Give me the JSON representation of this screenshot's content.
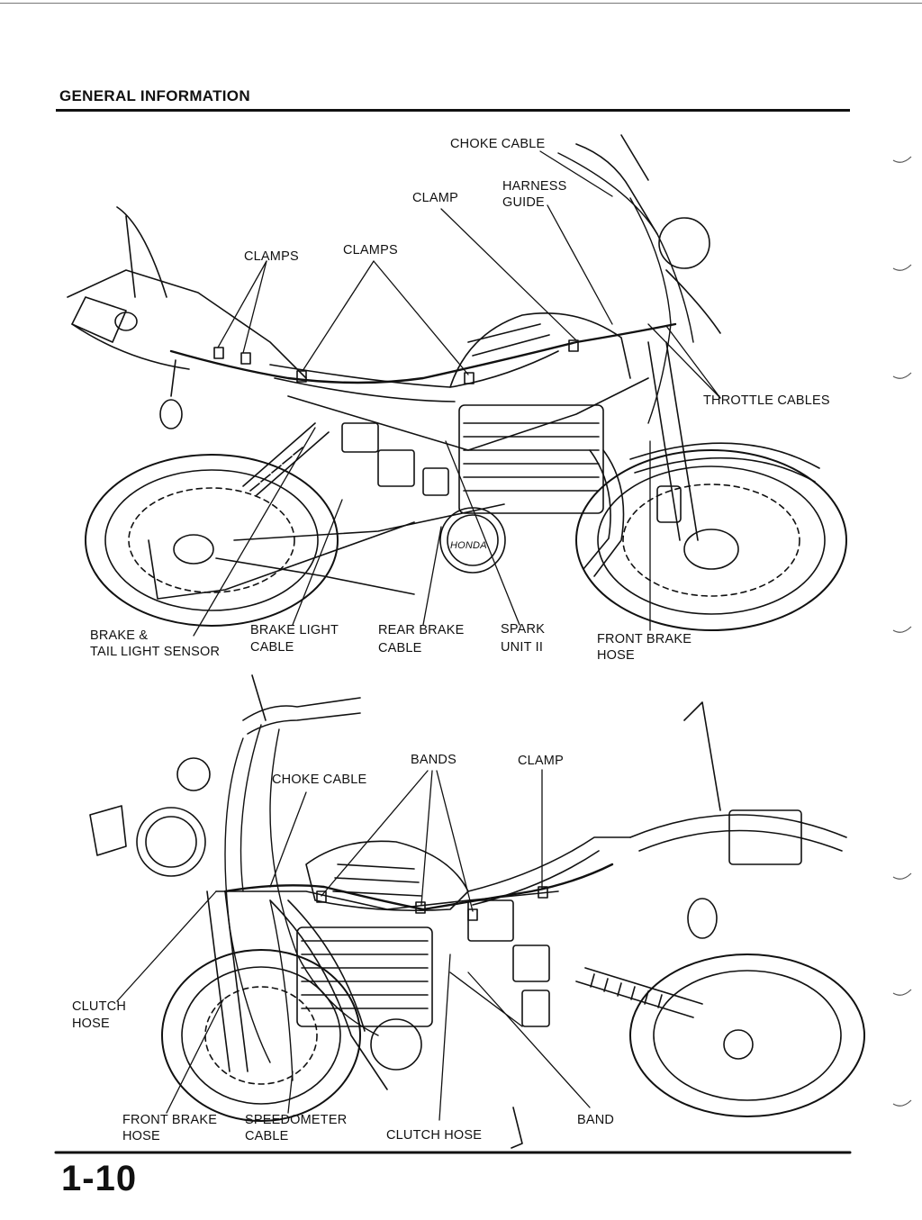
{
  "header": {
    "title": "GENERAL INFORMATION"
  },
  "page_number": "1-10",
  "top_view": {
    "labels": {
      "choke_cable": "CHOKE CABLE",
      "clamp": "CLAMP",
      "harness_guide_1": "HARNESS",
      "harness_guide_2": "GUIDE",
      "clamps_left": "CLAMPS",
      "clamps_mid": "CLAMPS",
      "throttle_cables": "THROTTLE CABLES",
      "brake_tail_1": "BRAKE &",
      "brake_tail_2": "TAIL LIGHT SENSOR",
      "brake_light_1": "BRAKE LIGHT",
      "brake_light_2": "CABLE",
      "rear_brake_1": "REAR BRAKE",
      "rear_brake_2": "CABLE",
      "spark_1": "SPARK",
      "spark_2": "UNIT II",
      "front_brake_1": "FRONT BRAKE",
      "front_brake_2": "HOSE"
    },
    "brand_mark": "HONDA"
  },
  "bottom_view": {
    "labels": {
      "bands": "BANDS",
      "clamp": "CLAMP",
      "choke_cable": "CHOKE CABLE",
      "clutch_hose_1": "CLUTCH",
      "clutch_hose_2": "HOSE",
      "front_brake_1": "FRONT BRAKE",
      "front_brake_2": "HOSE",
      "speedometer_1": "SPEEDOMETER",
      "speedometer_2": "CABLE",
      "clutch_hose": "CLUTCH HOSE",
      "band": "BAND"
    }
  }
}
